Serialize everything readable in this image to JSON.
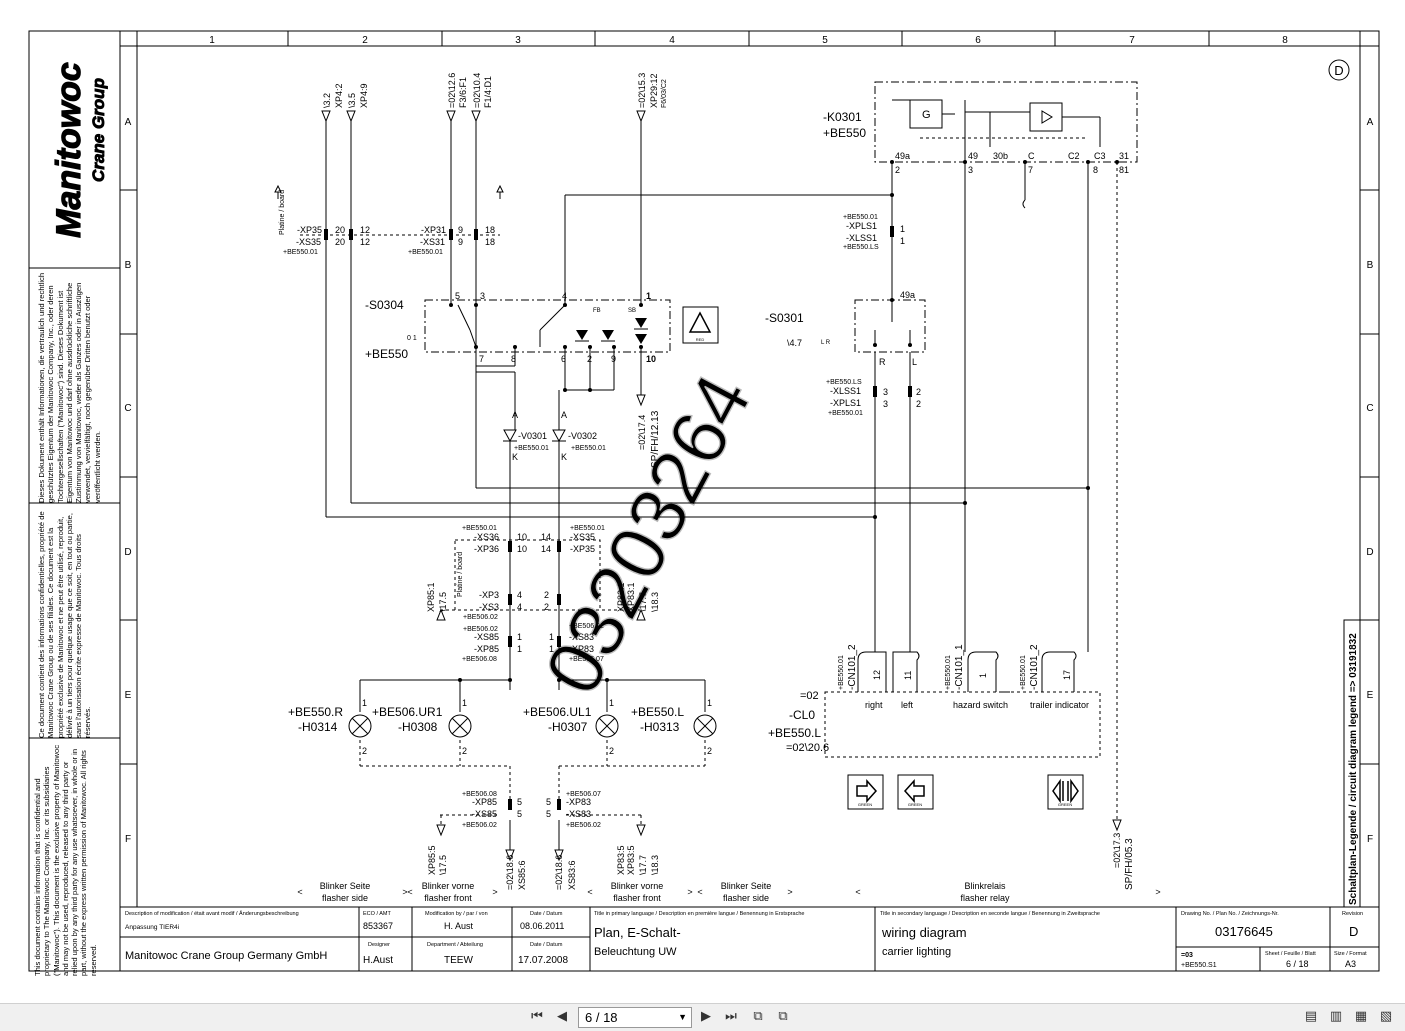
{
  "grid": {
    "columns": [
      "1",
      "2",
      "3",
      "4",
      "5",
      "6",
      "7",
      "8"
    ],
    "rows": [
      "A",
      "B",
      "C",
      "D",
      "E",
      "F"
    ]
  },
  "revision_circle": "D",
  "watermark": "03203264",
  "logo": {
    "name": "Manitowoc",
    "sub": "Crane Group"
  },
  "legal": {
    "de": "Dieses Dokument enthält Informationen, die vertraulich und rechtlich geschütztes Eigentum der Manitowoc Company, Inc., oder deren Tochtergesellschaften (\"Manitowoc\") sind. Dieses Dokument ist Eigentum von Manitowoc und darf ohne ausdrückliche schriftliche Zustimmung von Manitowoc, weder als Ganzes oder in Auszügen verwendet, vervielfältigt, noch gegenüber Dritten benutzt oder veröffentlicht werden.",
    "fr": "Ce document contient des informations confidentielles, propriété de Manitowoc Crane Group ou de ses filiales. Ce document est la propriété exclusive de Manitowoc et ne peut être utilisé, reproduit, délivré à un tiers pour quelque usage que ce soit, en tout ou partie, sans l'autorisation écrite expresse de Manitowoc. Tous droits réservés.",
    "en": "This document contains information that is confidential and proprietary to The Manitowoc Company, Inc. or its subsidiaries (\"Manitowoc\"). This document is the exclusive property of Manitowoc and may not be used, reproduced, released to any third party or relied upon by any third party for any use whatsoever, in whole or in part, without the express written permission of Manitowoc. All rights reserved."
  },
  "sidebar_label": "Schaltplan-Legende / circuit diagram legend => 03191832",
  "components": {
    "k0301": {
      "id": "-K0301",
      "loc": "+BE550",
      "pins": [
        "49a",
        "49",
        "30b",
        "C",
        "C2",
        "C3",
        "31"
      ],
      "nums": [
        "2",
        "3",
        "7",
        "8",
        "81"
      ],
      "g": "G"
    },
    "s0304": {
      "id": "-S0304",
      "loc": "+BE550",
      "pins_top": [
        "5",
        "3",
        "4",
        "1"
      ],
      "pins_bot": [
        "7",
        "8",
        "6",
        "2",
        "9",
        "10"
      ],
      "fb": "FB",
      "sb": "SB",
      "pos": "0 1",
      "lamp": "RED"
    },
    "s0301": {
      "id": "-S0301",
      "ref": "\\4.7",
      "pin": "49a",
      "r": "R",
      "l": "L",
      "lr": "L  R"
    },
    "v0301": {
      "id": "-V0301",
      "loc": "+BE550.01",
      "a": "A",
      "k": "K"
    },
    "v0302": {
      "id": "-V0302",
      "loc": "+BE550.01",
      "a": "A",
      "k": "K"
    },
    "h0314": {
      "loc": "+BE550.R",
      "id": "-H0314",
      "p1": "1",
      "p2": "2"
    },
    "h0308": {
      "loc": "+BE506.UR1",
      "id": "-H0308",
      "p1": "1",
      "p2": "2"
    },
    "h0307": {
      "loc": "+BE506.UL1",
      "id": "-H0307",
      "p1": "1",
      "p2": "2"
    },
    "h0313": {
      "loc": "+BE550.L",
      "id": "-H0313",
      "p1": "1",
      "p2": "2"
    },
    "cl0": {
      "pre": "=02",
      "id": "-CL0",
      "loc": "+BE550.L",
      "ref": "=02\\20.6"
    }
  },
  "refs_top": {
    "xp4": [
      "\\3.2",
      "XP4:2",
      "\\3.5",
      "XP4:9"
    ],
    "f": [
      "=02\\12.6",
      "F3/6:F1",
      "=02\\10.4",
      "F1/4:D1"
    ],
    "xp29": [
      "=02\\15.3",
      "XP29:12",
      "F6/03/C2"
    ]
  },
  "connectors": {
    "xp35": {
      "a": "-XP35",
      "b": "-XS35",
      "loc": "+BE550.01",
      "n1": "20",
      "n2": "20",
      "n3": "12",
      "n4": "12",
      "board": "Platine / board"
    },
    "xp31": {
      "a": "-XP31",
      "b": "-XS31",
      "loc": "+BE550.01",
      "n1": "9",
      "n2": "9",
      "n3": "18",
      "n4": "18"
    },
    "xpls1_top": {
      "loc1": "+BE550.01",
      "a": "-XPLS1",
      "b": "-XLSS1",
      "loc2": "+BE550.LS",
      "n1": "1",
      "n2": "1"
    },
    "xlss1_mid": {
      "loc1": "+BE550.LS",
      "a": "-XLSS1",
      "b": "-XPLS1",
      "loc2": "+BE550.01",
      "n1": "3",
      "n2": "3",
      "n3": "2",
      "n4": "2"
    },
    "xs36": {
      "loc": "+BE550.01",
      "a": "-XS36",
      "b": "-XP36",
      "n1": "10",
      "n2": "10",
      "n3": "14",
      "n4": "14"
    },
    "xs35": {
      "loc": "+BE550.01",
      "a": "-XS35",
      "b": "-XP35"
    },
    "xp3": {
      "a": "-XP3",
      "b": "-XS3",
      "loc": "+BE506.02",
      "n1": "4",
      "n2": "4",
      "n3": "2",
      "n4": "2",
      "board": "Platine / board"
    },
    "xs85": {
      "loc1": "+BE506.02",
      "a": "-XS85",
      "b": "-XP85",
      "loc2": "+BE506.08",
      "n1": "1",
      "n2": "1"
    },
    "xs83": {
      "loc1": "+BE506.02",
      "a": "-XS83",
      "b": "-XP83",
      "loc2": "+BE506.07",
      "n1": "1",
      "n2": "1"
    },
    "xp85b": {
      "loc1": "+BE506.08",
      "a": "-XP85",
      "b": "-XS85",
      "loc2": "+BE506.02",
      "n1": "5",
      "n2": "5"
    },
    "xp83b": {
      "loc1": "+BE506.07",
      "a": "-XP83",
      "b": "-XS83",
      "loc2": "+BE506.02",
      "n1": "5",
      "n2": "5"
    }
  },
  "xrefs": {
    "xp851": [
      "XP85:1",
      "\\17.5"
    ],
    "xp831": [
      "XP83:1",
      "XP83:1",
      "\\17.7",
      "\\18.3"
    ],
    "sp1213": [
      "=02\\17.4",
      "SP/FH/12.13"
    ],
    "xp855": [
      "XP85:5",
      "\\17.5"
    ],
    "xs856": [
      "=02\\18.6",
      "XS85:6"
    ],
    "xs836": [
      "=02\\18.6",
      "XS83:6"
    ],
    "xp835": [
      "XP83:5",
      "XP83:5",
      "\\17.7",
      "\\18.3"
    ],
    "sp053": [
      "=02\\17.3",
      "SP/FH/05.3"
    ]
  },
  "cn101": [
    {
      "loc": "+BE550.01",
      "id": "-CN101_2",
      "p1": "12",
      "p2": "11",
      "l1": "right",
      "l2": "left"
    },
    {
      "loc": "+BE550.01",
      "id": "-CN101_1",
      "p1": "1",
      "l1": "hazard switch"
    },
    {
      "loc": "+BE550.01",
      "id": "-CN101_2",
      "p1": "17",
      "l1": "trailer indicator"
    }
  ],
  "icon_caption": "GREEN",
  "section_labels": [
    {
      "a": "Blinker Seite",
      "b": "flasher side"
    },
    {
      "a": "Blinker vorne",
      "b": "flasher front"
    },
    {
      "a": "Blinker vorne",
      "b": "flasher front"
    },
    {
      "a": "Blinker Seite",
      "b": "flasher side"
    },
    {
      "a": "Blinkrelais",
      "b": "flasher relay"
    }
  ],
  "title_block": {
    "h_desc": "Description of modification / était avant modif / Änderungsbeschreibung",
    "desc": "Anpassung TIER4i",
    "h_eco": "ECO / AMT",
    "eco": "853367",
    "h_mod": "Modification by / par / von",
    "mod": "H. Aust",
    "h_date": "Date / Datum",
    "date1": "08.06.2011",
    "company": "Manitowoc Crane Group Germany GmbH",
    "h_designer": "Designer",
    "designer": "H.Aust",
    "h_dept": "Department / Abteilung",
    "dept": "TEEW",
    "h_date2": "Date / Datum",
    "date2": "17.07.2008",
    "h_title1": "Title in primary language / Description en première langue / Benennung in Erstsprache",
    "title1a": "Plan, E-Schalt-",
    "title1b": "Beleuchtung UW",
    "h_title2": "Title in secondary language / Description en seconde langue / Benennung in Zweitsprache",
    "title2a": "wiring diagram",
    "title2b": "carrier lighting",
    "h_drawing": "Drawing No. / Plan No. / Zeichnungs-Nr.",
    "drawing": "03176645",
    "h_revision": "Revision",
    "revision": "D",
    "eq1": "=03",
    "eq2": "+BE550.S1",
    "h_sheet": "Sheet / Feuille / Blatt",
    "sheet": "6 / 18",
    "h_size": "Size / Format",
    "size": "A3"
  },
  "viewer": {
    "page": "6 / 18"
  }
}
